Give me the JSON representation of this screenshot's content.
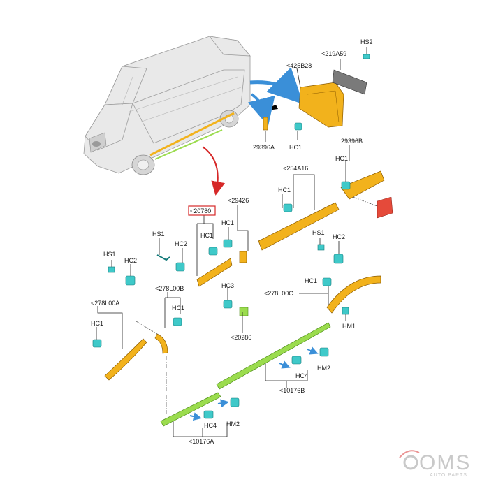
{
  "labels": {
    "hs2_top": "HS2",
    "l219a59": "<219A59",
    "l425b28": "<425B28",
    "l29396a": "29396A",
    "hc1_a": "HC1",
    "l29396b": "29396B",
    "l254a16": "<254A16",
    "hc1_b": "HC1",
    "hc1_c": "HC1",
    "l20780": "<20780",
    "l29426": "<29426",
    "hs1_a": "HS1",
    "hc2_a": "HC2",
    "hc1_d": "HC1",
    "hc1_e": "HC1",
    "hs1_b": "HS1",
    "hc2_b": "HC2",
    "hs1_c": "HS1",
    "hc2_c": "HC2",
    "l278l00b": "<278L00B",
    "hc1_f": "HC1",
    "hc3": "HC3",
    "l278l00c": "<278L00C",
    "hc1_g": "HC1",
    "l278l00a": "<278L00A",
    "hc1_h": "HC1",
    "hm1": "HM1",
    "l20286": "<20286",
    "hc4_a": "HC4",
    "hm2_a": "HM2",
    "l10176b": "<10176B",
    "hc4_b": "HC4",
    "hm2_b": "HM2",
    "l10176a": "<10176A"
  },
  "watermark": {
    "brand": "OMS",
    "tagline": "AUTO PARTS"
  },
  "colors": {
    "highlight_box": "#d62828",
    "arrow_blue": "#3a8fd8",
    "arrow_red": "#d62828",
    "clip": "#3fc9c9",
    "moulding_yellow": "#f2b21c",
    "moulding_green": "#9bdc4e"
  }
}
